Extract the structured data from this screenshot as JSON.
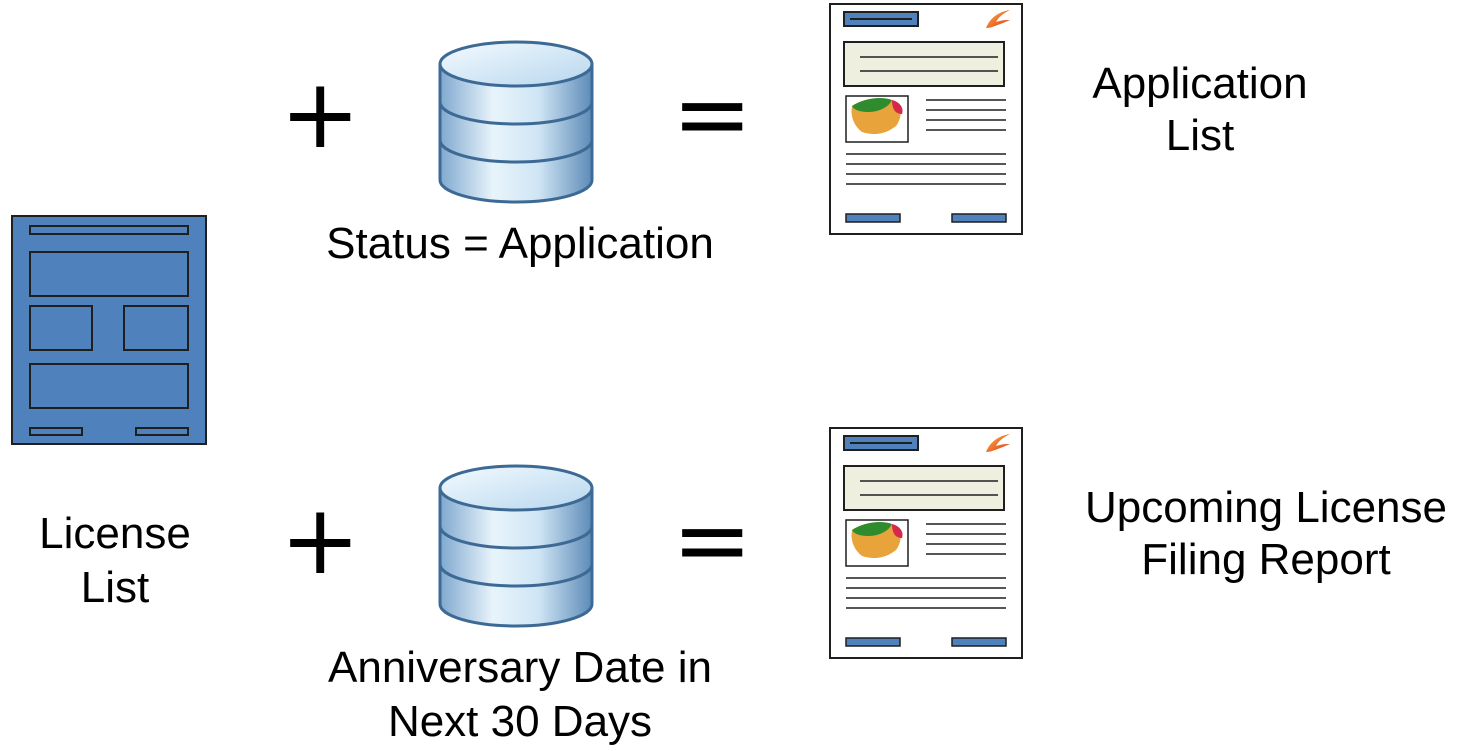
{
  "license_list": {
    "icon": "form-window-icon",
    "label_line1": "License",
    "label_line2": "List"
  },
  "rows": [
    {
      "operator_plus": "+",
      "database_icon": "database-icon",
      "filter_label_line1": "Status = Application",
      "filter_label_line2": "",
      "operator_equals": "=",
      "report_icon": "report-document-icon",
      "result_label_line1": "Application",
      "result_label_line2": "List"
    },
    {
      "operator_plus": "+",
      "database_icon": "database-icon",
      "filter_label_line1": "Anniversary Date in",
      "filter_label_line2": "Next 30 Days",
      "operator_equals": "=",
      "report_icon": "report-document-icon",
      "result_label_line1": "Upcoming License",
      "result_label_line2": "Filing Report"
    }
  ],
  "colors": {
    "form_blue": "#4f81bd",
    "form_border": "#1f1f1f",
    "db_light": "#e8f4fb",
    "db_dark": "#4f7fae",
    "db_stroke": "#3d6a94",
    "report_header": "#efefdf",
    "map_green": "#2e8b2e",
    "map_orange": "#e8a33a",
    "map_red": "#d6284a",
    "flash_orange": "#f05a1a"
  }
}
